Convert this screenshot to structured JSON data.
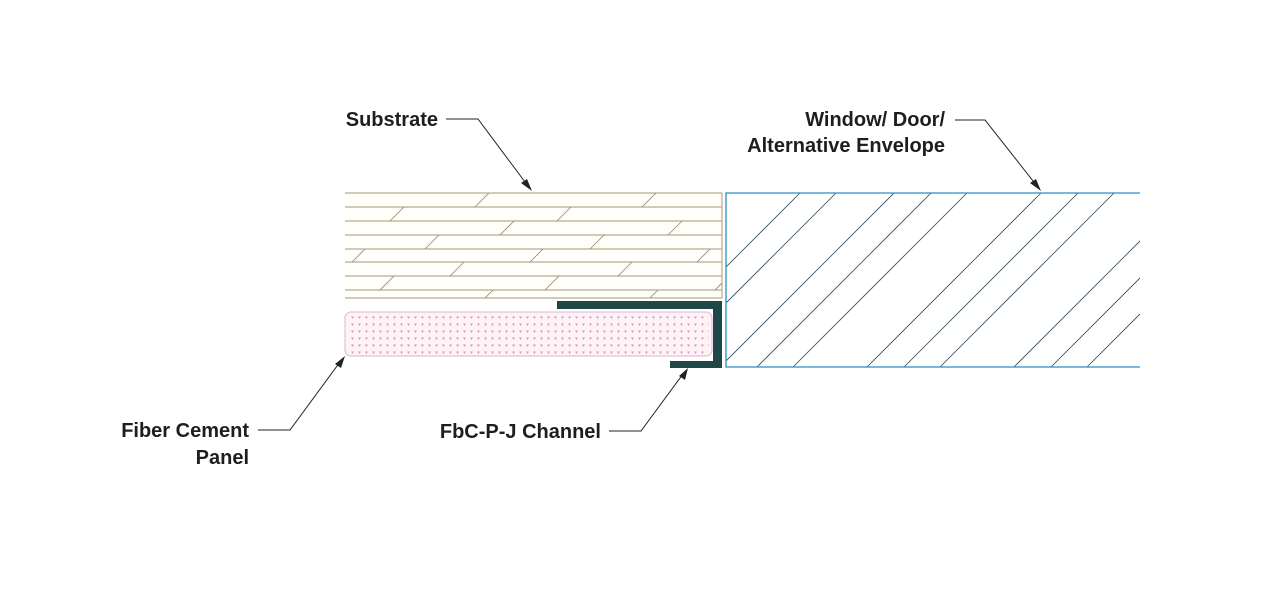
{
  "diagram": {
    "labels": {
      "substrate": "Substrate",
      "envelope_line1": "Window/ Door/",
      "envelope_line2": "Alternative Envelope",
      "panel_line1": "Fiber Cement",
      "panel_line2": "Panel",
      "channel": "FbC-P-J Channel"
    },
    "colors": {
      "substrate_line": "#b5ad8f",
      "substrate_fill": "#fffef8",
      "panel_fill": "#fdf3f6",
      "panel_dot": "#d89ab6",
      "channel": "#1f4747",
      "envelope": "#2a8fc4",
      "hatch": "#2b4a5c",
      "leader": "#222222"
    }
  }
}
